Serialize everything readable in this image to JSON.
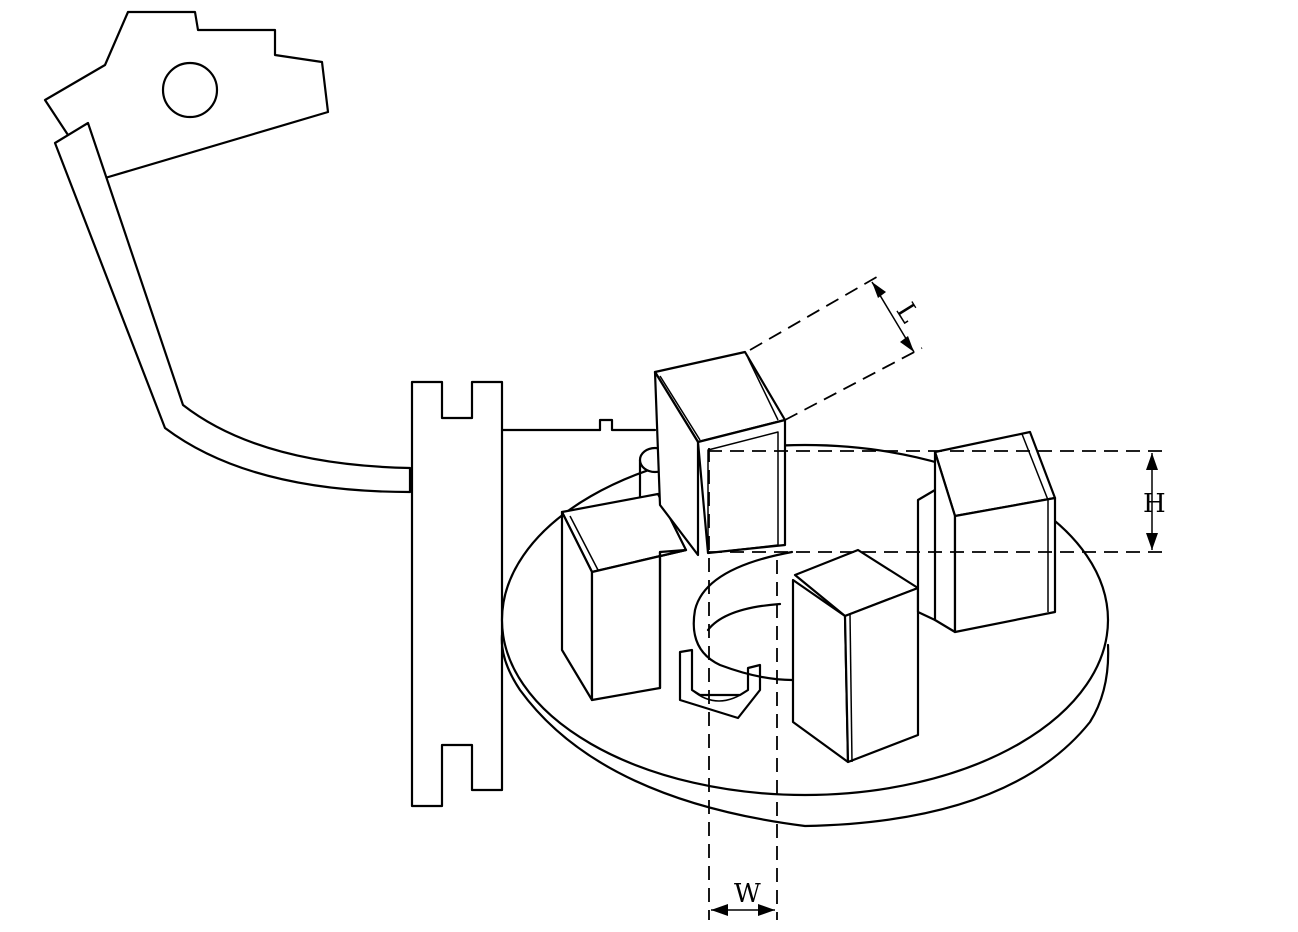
{
  "labels": {
    "length": "L",
    "height": "H",
    "width": "W"
  },
  "colors": {
    "line": "#000000",
    "background": "#ffffff"
  }
}
